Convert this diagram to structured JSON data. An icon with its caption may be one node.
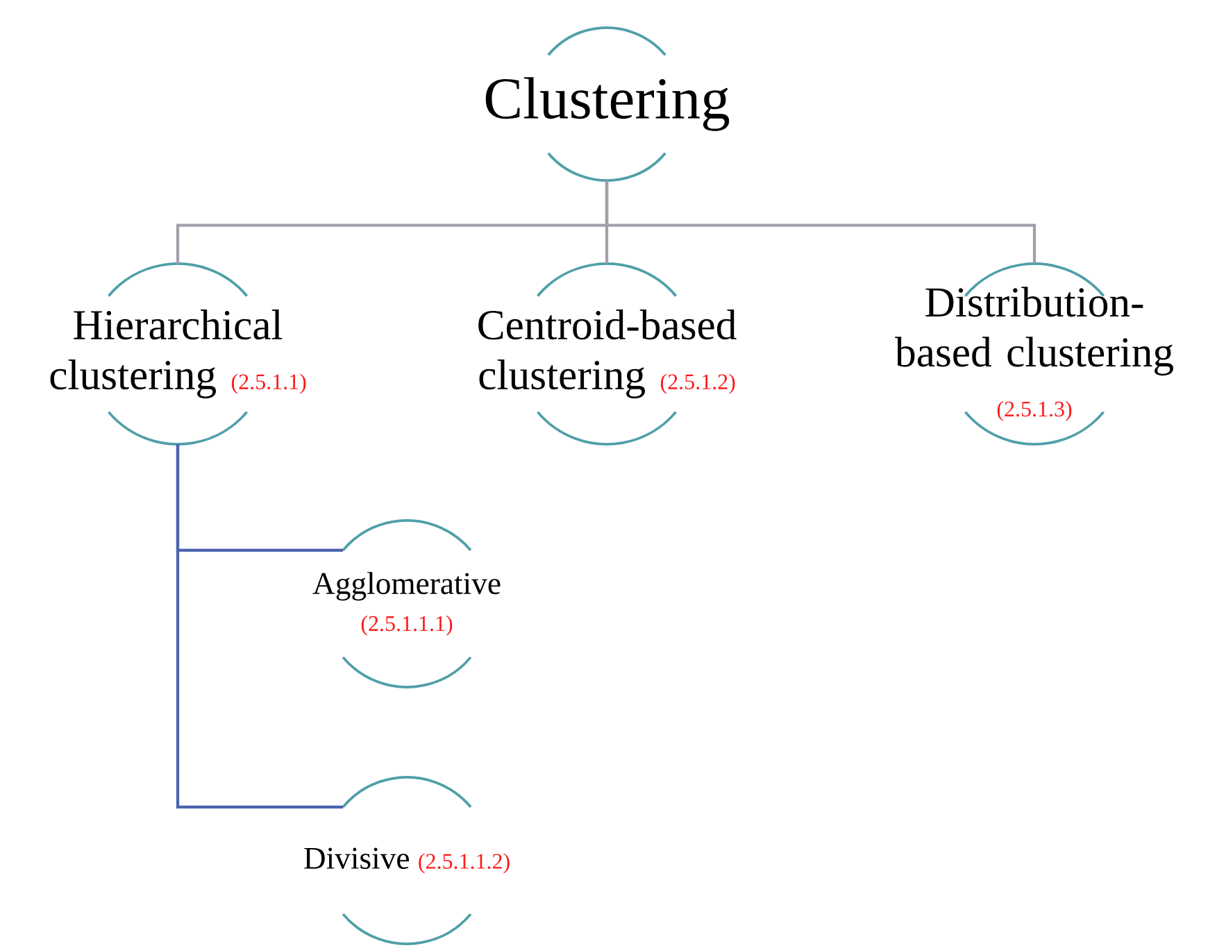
{
  "diagram": {
    "nodes": [
      {
        "text": [
          "Clustering"
        ]
      },
      {
        "text": [
          "Hierarchical clustering",
          "(2.5.1.1)"
        ]
      },
      {
        "text": [
          "Centroid-based clustering",
          "(2.5.1.2)"
        ]
      },
      {
        "text": [
          "Distribution-based clustering",
          "(2.5.1.3)"
        ]
      },
      {
        "text": [
          "Agglomerative",
          "(2.5.1.1.1)"
        ]
      },
      {
        "text": [
          "Divisive",
          "(2.5.1.1.2)"
        ]
      }
    ],
    "edges": [
      {
        "from": 0,
        "to": 1,
        "arrow": "none"
      },
      {
        "from": 0,
        "to": 2,
        "arrow": "none"
      },
      {
        "from": 0,
        "to": 3,
        "arrow": "none"
      },
      {
        "from": 1,
        "to": 4,
        "arrow": "none",
        "color": "#4a64b0"
      },
      {
        "from": 1,
        "to": 5,
        "arrow": "none",
        "color": "#4a64b0"
      }
    ]
  }
}
